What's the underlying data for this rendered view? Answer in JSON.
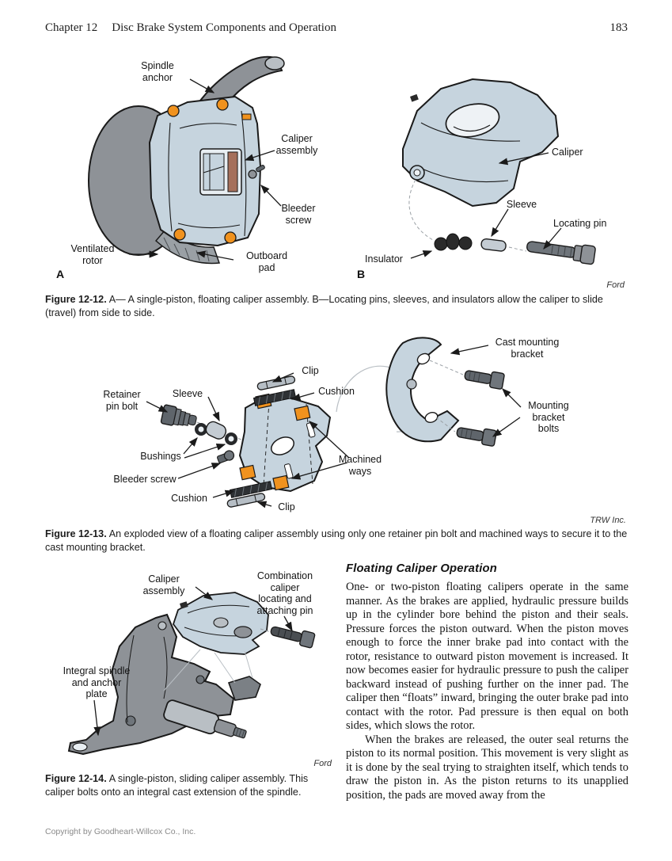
{
  "header": {
    "chapter": "Chapter 12",
    "title": "Disc Brake System Components and Operation",
    "page_number": "183"
  },
  "fig12": {
    "labels": {
      "spindle_anchor": "Spindle\nanchor",
      "caliper_assembly": "Caliper\nassembly",
      "bleeder_screw": "Bleeder\nscrew",
      "ventilated_rotor": "Ventilated\nrotor",
      "outboard_pad": "Outboard\npad",
      "panel_a": "A",
      "caliper": "Caliper",
      "sleeve": "Sleeve",
      "locating_pin": "Locating pin",
      "insulator": "Insulator",
      "panel_b": "B"
    },
    "credit": "Ford",
    "caption_label": "Figure 12-12.",
    "caption_text": "A— A single-piston, floating caliper assembly. B—Locating pins, sleeves, and insulators allow the caliper to slide (travel) from side to side."
  },
  "fig13": {
    "labels": {
      "clip_top": "Clip",
      "cushion_top": "Cushion",
      "cast_mounting_bracket": "Cast mounting\nbracket",
      "retainer_pin_bolt": "Retainer\npin bolt",
      "sleeve": "Sleeve",
      "mounting_bracket_bolts": "Mounting\nbracket\nbolts",
      "bushings": "Bushings",
      "machined_ways": "Machined\nways",
      "bleeder_screw": "Bleeder screw",
      "cushion_bottom": "Cushion",
      "clip_bottom": "Clip"
    },
    "credit": "TRW Inc.",
    "caption_label": "Figure 12-13.",
    "caption_text": "An exploded view of a floating caliper assembly using only one retainer pin bolt and machined ways to secure it to the cast mounting bracket."
  },
  "fig14": {
    "labels": {
      "caliper_assembly": "Caliper\nassembly",
      "combination_pin": "Combination\ncaliper\nlocating and\nattaching pin",
      "integral_spindle": "Integral spindle\nand anchor\nplate"
    },
    "credit": "Ford",
    "caption_label": "Figure 12-14.",
    "caption_text": "A single-piston, sliding caliper assembly. This caliper bolts onto an integral cast extension of the spindle."
  },
  "article": {
    "heading": "Floating Caliper Operation",
    "paragraphs": [
      "One- or two-piston floating calipers operate in the same manner. As the brakes are applied, hydraulic pressure builds up in the cylinder bore behind the piston and their seals. Pressure forces the piston outward. When the piston moves enough to force the inner brake pad into contact with the rotor, resistance to outward piston movement is increased. It now becomes easier for hydraulic pressure to push the caliper backward instead of pushing further on the inner pad. The caliper then “floats” inward, bringing the outer brake pad into contact with the rotor. Pad pressure is then equal on both sides, which slows the rotor.",
      "When the brakes are released, the outer seal returns the piston to its normal position. This movement is very slight as it is done by the seal trying to straighten itself, which tends to draw the piston in. As the piston returns to its unapplied position, the pads are moved away from the"
    ]
  },
  "footer": {
    "copyright": "Copyright by Goodheart-Willcox Co., Inc."
  },
  "colors": {
    "caliper_blue": "#c6d4de",
    "metal_gray": "#8e9297",
    "bolt_orange": "#f0921e",
    "ink": "#1a1a1a"
  }
}
